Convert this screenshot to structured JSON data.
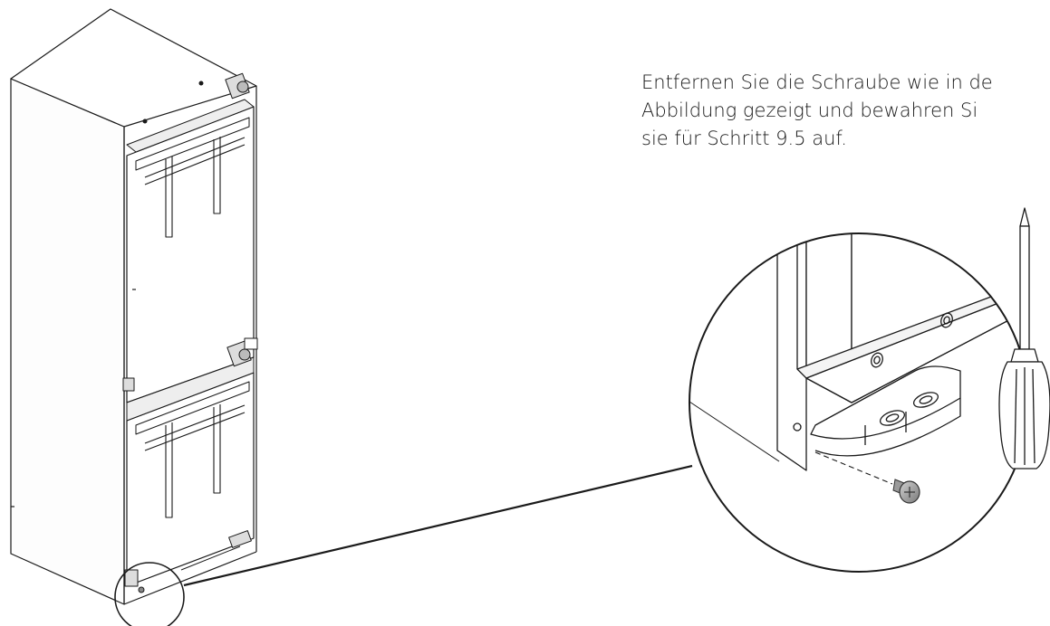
{
  "instruction": {
    "line1": "Entfernen Sie die Schraube wie in de",
    "line2": "Abbildung gezeigt und bewahren Si",
    "line3": "sie für Schritt 9.5 auf."
  },
  "icons": [
    "fridge-freezer-illustration",
    "detail-magnifier-circle",
    "screwdriver-icon",
    "screw-icon",
    "removal-arrow"
  ],
  "colors": {
    "line": "#1a1a1a",
    "screw": "#9a9a9a",
    "background": "#ffffff"
  }
}
